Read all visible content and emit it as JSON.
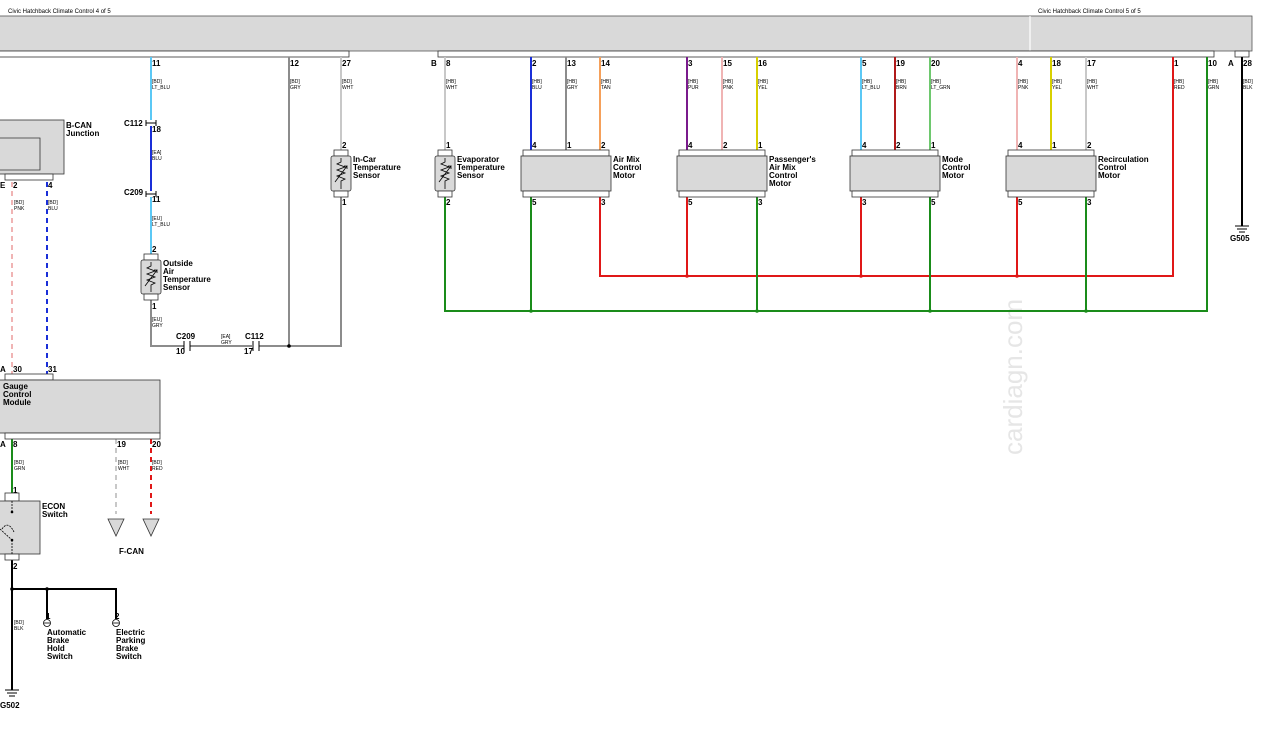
{
  "headers": {
    "left": "Civic Hatchback Climate Control 4 of 5",
    "right": "Civic Hatchback Climate Control 5 of 5"
  },
  "watermark": "cardiagn.com",
  "colors": {
    "LT_BLU": "#5bc8f5",
    "BLU": "#1a2fd8",
    "GRY": "#8c8c8c",
    "TAN": "#f5a05a",
    "WHT": "#c8c8c8",
    "PUR": "#7a1a8c",
    "PNK": "#f0b4b4",
    "YEL": "#d8d000",
    "BRN": "#b01a1a",
    "LT_GRN": "#6ec86e",
    "RED": "#e01818",
    "GRN": "#1a8c1a",
    "BLK": "#000000"
  },
  "wire_labels": {
    "bd_lt_blu": [
      "[BD]",
      "LT_BLU"
    ],
    "bd_gry": [
      "[BD]",
      "GRY"
    ],
    "bd_wht": [
      "[BD]",
      "WHT"
    ],
    "ea_blu": [
      "[EA]",
      "BLU"
    ],
    "eu_lt_blu": [
      "[EU]",
      "LT_BLU"
    ],
    "eu_gry": [
      "[EU]",
      "GRY"
    ],
    "ea_gry": [
      "[EA]",
      "GRY"
    ],
    "bd_pnk": [
      "[BD]",
      "PNK"
    ],
    "bd_blu": [
      "[BD]",
      "BLU"
    ],
    "bd_grn": [
      "[BD]",
      "GRN"
    ],
    "bd_wht2": [
      "[BD]",
      "WHT"
    ],
    "bd_red": [
      "[BD]",
      "RED"
    ],
    "bd_blk": [
      "[BD]",
      "BLK"
    ],
    "bd_blk2": [
      "[BD]",
      "BLK"
    ],
    "hb_wht": [
      "[HB]",
      "WHT"
    ],
    "hb_blu": [
      "[HB]",
      "BLU"
    ],
    "hb_gry": [
      "[HB]",
      "GRY"
    ],
    "hb_tan": [
      "[HB]",
      "TAN"
    ],
    "hb_pur": [
      "[HB]",
      "PUR"
    ],
    "hb_pnk": [
      "[HB]",
      "PNK"
    ],
    "hb_yel": [
      "[HB]",
      "YEL"
    ],
    "hb_lt_blu": [
      "[HB]",
      "LT_BLU"
    ],
    "hb_brn": [
      "[HB]",
      "BRN"
    ],
    "hb_lt_grn": [
      "[HB]",
      "LT_GRN"
    ],
    "hb_pnk2": [
      "[HB]",
      "PNK"
    ],
    "hb_yel2": [
      "[HB]",
      "YEL"
    ],
    "hb_wht2": [
      "[HB]",
      "WHT"
    ],
    "hb_red": [
      "[HB]",
      "RED"
    ],
    "hb_grn": [
      "[HB]",
      "GRN"
    ]
  },
  "pins": {
    "top_11": "11",
    "top_12": "12",
    "top_27": "27",
    "top_B": "B",
    "top_8": "8",
    "top_2": "2",
    "top_13": "13",
    "top_14": "14",
    "top_3": "3",
    "top_15": "15",
    "top_16": "16",
    "top_5": "5",
    "top_19": "19",
    "top_20": "20",
    "top_4": "4",
    "top_18": "18",
    "top_17": "17",
    "top_1": "1",
    "top_10": "10",
    "top_A": "A",
    "top_28": "28",
    "c112_18": "18",
    "c209_11": "11",
    "oat_2": "2",
    "oat_1": "1",
    "c209_10": "10",
    "c112_17": "17",
    "incar_2": "2",
    "incar_1": "1",
    "evap_1": "1",
    "evap_2": "2",
    "amm_4": "4",
    "amm_1": "1",
    "amm_2": "2",
    "amm_5": "5",
    "amm_3": "3",
    "pam_4": "4",
    "pam_2": "2",
    "pam_1": "1",
    "pam_5": "5",
    "pam_3": "3",
    "mcm_4": "4",
    "mcm_2": "2",
    "mcm_1": "1",
    "mcm_3": "3",
    "mcm_5": "5",
    "rcm_4": "4",
    "rcm_1": "1",
    "rcm_2": "2",
    "rcm_5": "5",
    "rcm_3": "3",
    "bcan_E": "E",
    "bcan_2": "2",
    "bcan_4": "4",
    "gcm_A_top": "A",
    "gcm_30": "30",
    "gcm_31": "31",
    "gcm_A_bot": "A",
    "gcm_8": "8",
    "gcm_19": "19",
    "gcm_20": "20",
    "econ_1": "1",
    "econ_2": "2",
    "abh_1": "1",
    "epb_2": "2"
  },
  "connectors": {
    "c112_a": "C112",
    "c209_a": "C209",
    "c209_b": "C209",
    "c112_b": "C112"
  },
  "components": {
    "bcan": "B-CAN\nJunction",
    "oat": "Outside\nAir\nTemperature\nSensor",
    "incar": "In-Car\nTemperature\nSensor",
    "evap": "Evaporator\nTemperature\nSensor",
    "airmix": "Air Mix\nControl\nMotor",
    "passenger": "Passenger's\nAir Mix\nControl\nMotor",
    "mode": "Mode\nControl\nMotor",
    "recirc": "Recirculation\nControl\nMotor",
    "gcm": "Gauge\nControl\nModule",
    "econ": "ECON\nSwitch",
    "abh": "Automatic\nBrake\nHold\nSwitch",
    "epb": "Electric\nParking\nBrake\nSwitch"
  },
  "grounds": {
    "g505": "G505",
    "g502": "G502",
    "fcan": "F-CAN"
  }
}
